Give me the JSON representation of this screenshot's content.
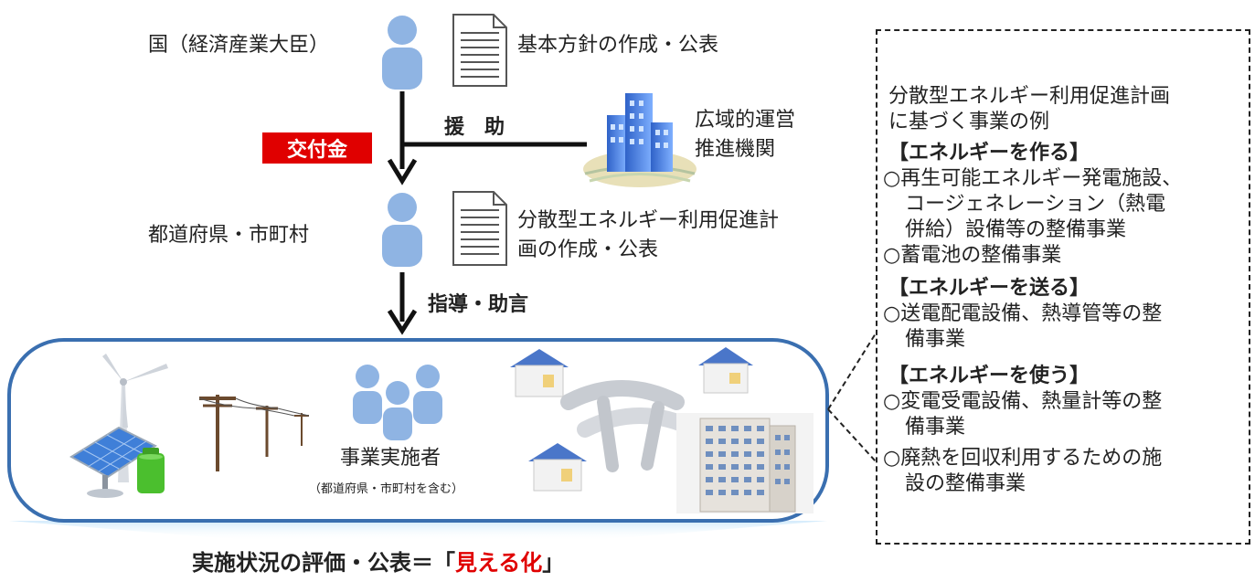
{
  "top": {
    "gov_label": "国（経済産業大臣）",
    "gov_doc": "基本方針の作成・公表",
    "support_label": "援　助",
    "grant_badge": "交付金",
    "org_line1": "広域的運営",
    "org_line2": "推進機関"
  },
  "middle": {
    "local_label": "都道府県・市町村",
    "local_doc_line1": "分散型エネルギー利用促進計",
    "local_doc_line2": "画の作成・公表",
    "guidance_label": "指導・助言"
  },
  "bottom": {
    "implementer_label": "事業実施者",
    "implementer_note": "（都道府県・市町村を含む）",
    "caption_prefix": "実施状況の評価・公表＝「",
    "caption_highlight": "見える化",
    "caption_suffix": "」"
  },
  "sidebar": {
    "intro_line1": "分散型エネルギー利用促進計画",
    "intro_line2": "に基づく事業の例",
    "make_head": "【エネルギーを作る】",
    "make_item1_line1": "○再生可能エネルギー発電施設、",
    "make_item1_line2": "コージェネレーション（熱電",
    "make_item1_line3": "併給）設備等の整備事業",
    "make_item2": "○蓄電池の整備事業",
    "send_head": "【エネルギーを送る】",
    "send_item1_line1": "○送電配電設備、熱導管等の整",
    "send_item1_line2": "備事業",
    "use_head": "【エネルギーを使う】",
    "use_item1_line1": "○変電受電設備、熱量計等の整",
    "use_item1_line2": "備事業",
    "use_item2_line1": "○廃熱を回収利用するための施",
    "use_item2_line2": "設の整備事業"
  },
  "colors": {
    "person": "#8fb4e3",
    "frame": "#3a6fb0",
    "accent_red": "#e00000"
  }
}
